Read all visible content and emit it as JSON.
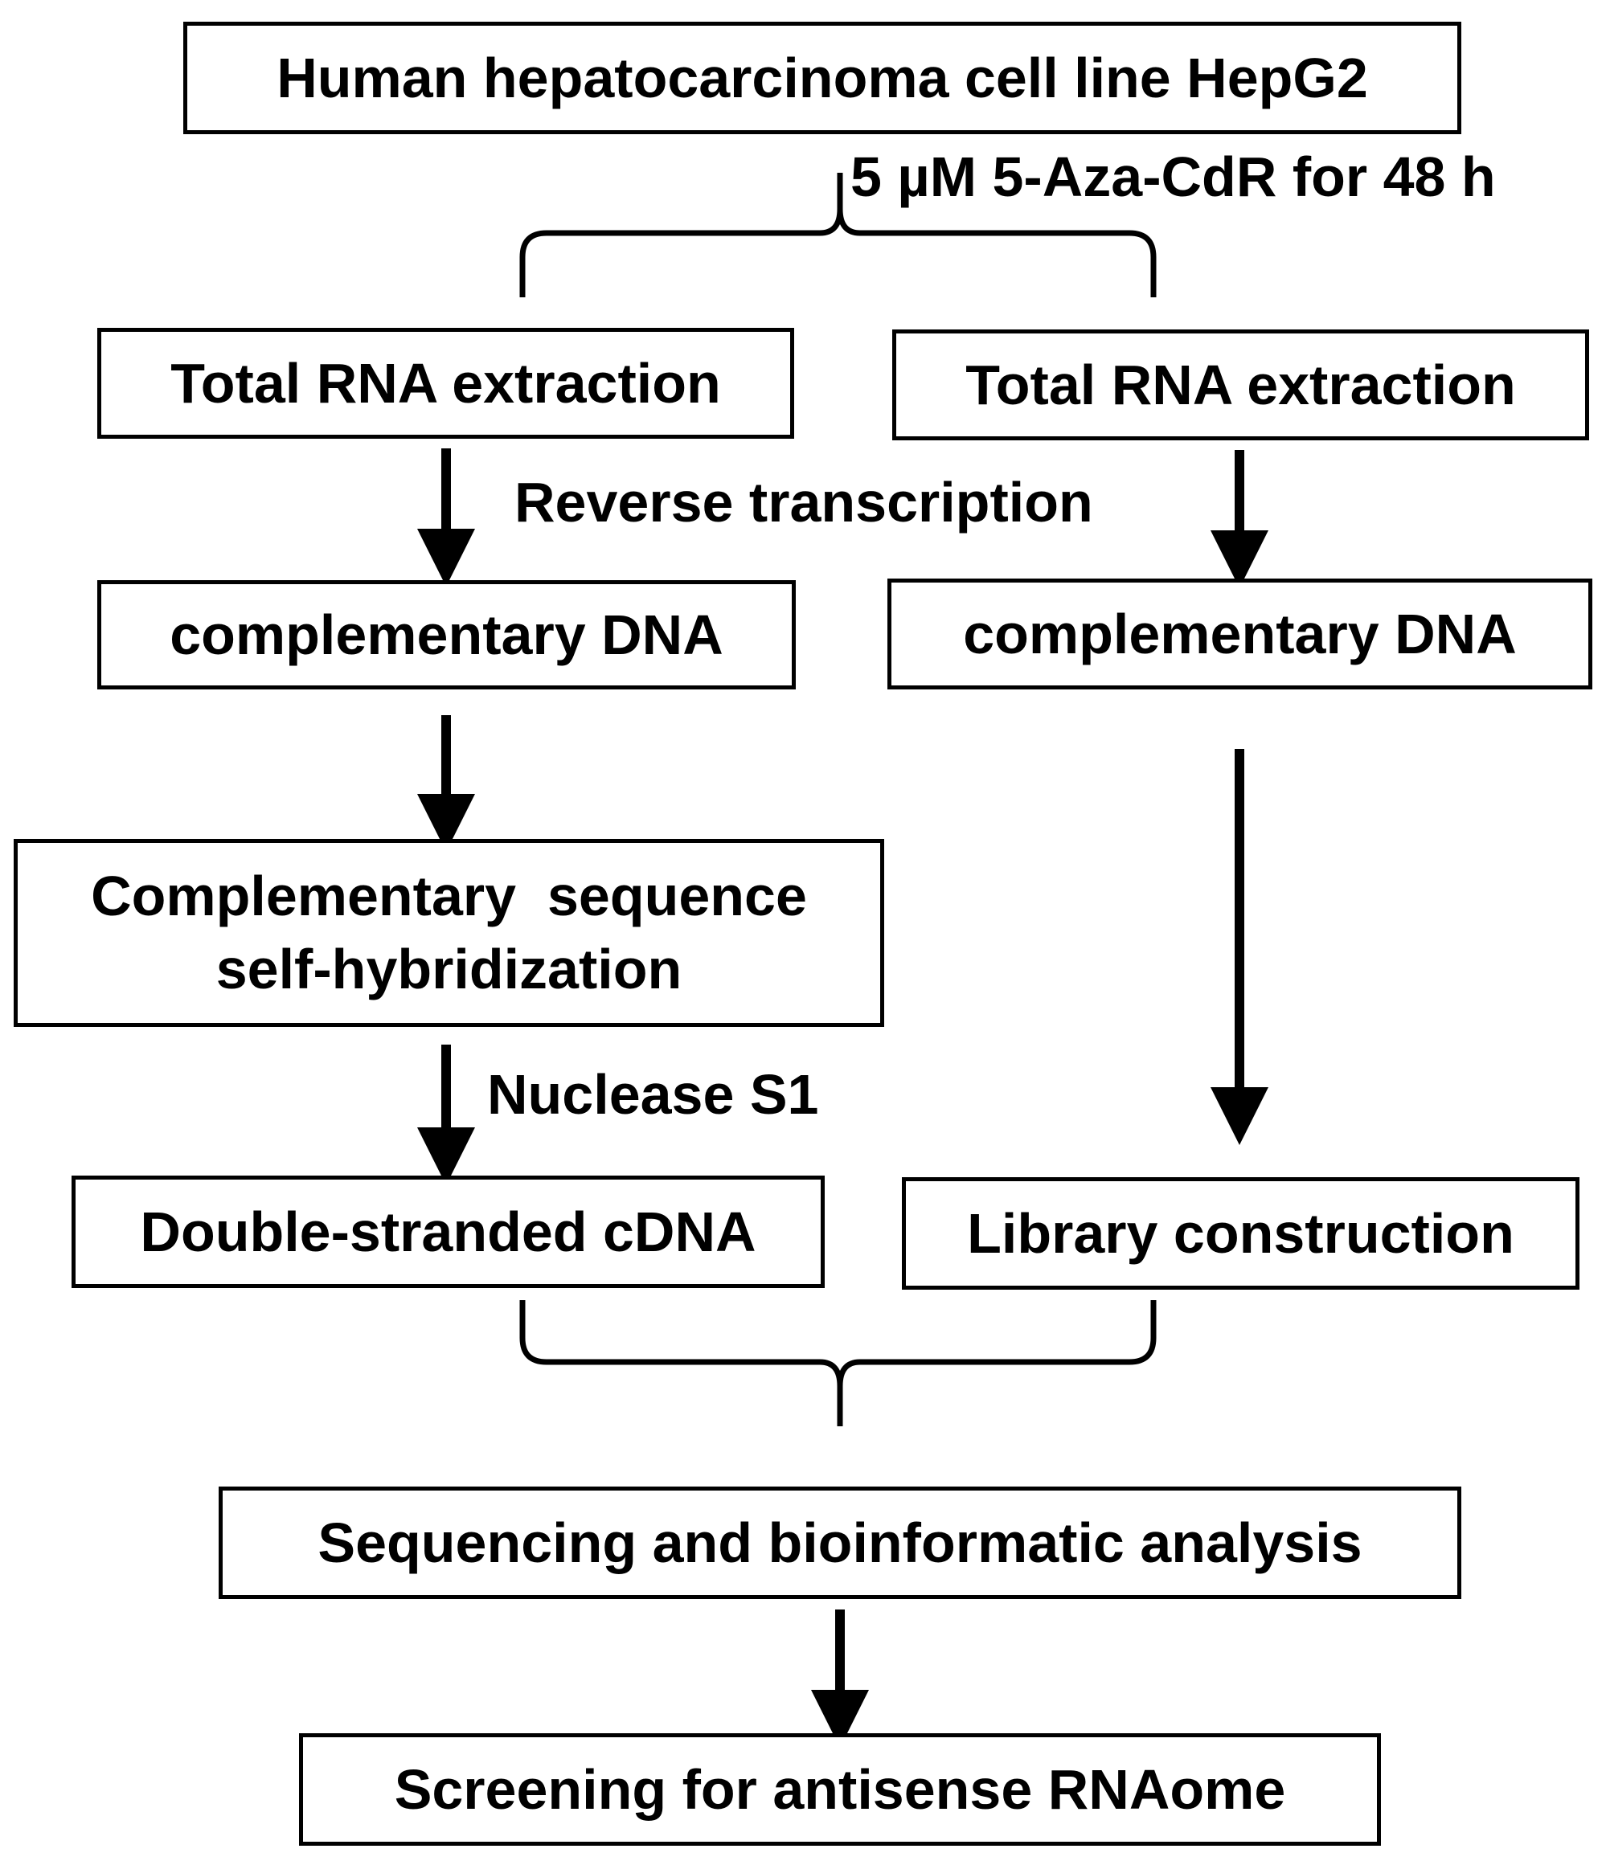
{
  "title_box": "Human hepatocarcinoma cell line HepG2",
  "treatment_label": "5 µM  5-Aza-CdR for 48 h",
  "left": {
    "rna": "Total RNA extraction",
    "cdna": "complementary DNA",
    "hybrid_line1": "Complementary  sequence",
    "hybrid_line2": "self-hybridization",
    "ds": "Double-stranded cDNA"
  },
  "right": {
    "rna": "Total RNA extraction",
    "cdna": "complementary DNA",
    "library": "Library construction"
  },
  "reverse_label": "Reverse transcription",
  "nuclease_label": "Nuclease S1",
  "sequencing": "Sequencing and bioinformatic analysis",
  "screening": "Screening for antisense RNAome"
}
